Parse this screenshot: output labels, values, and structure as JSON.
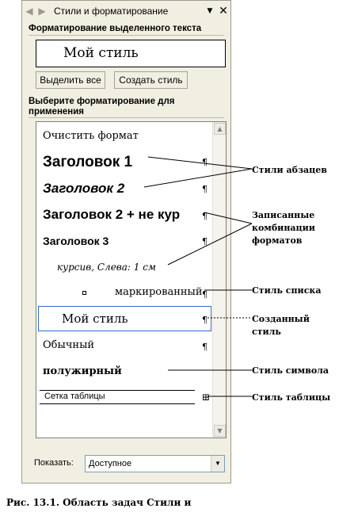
{
  "pane": {
    "title": "Стили и форматирование",
    "selected_section_title": "Форматирование выделенного текста",
    "preview_text": "Мой стиль",
    "buttons": {
      "select_all": "Выделить все",
      "new_style": "Создать стиль"
    },
    "apply_section_title": "Выберите форматирование для применения",
    "styles": [
      {
        "label": "Очистить формат"
      },
      {
        "label": "Заголовок 1",
        "mark": "¶"
      },
      {
        "label": "Заголовок 2",
        "mark": "¶"
      },
      {
        "label": "Заголовок 2 + не кур",
        "mark": "¶"
      },
      {
        "label": "Заголовок 3",
        "mark": "¶"
      },
      {
        "label": "курсив, Слева:  1 см"
      },
      {
        "label": "маркированный",
        "mark": "¶"
      },
      {
        "label": "Мой стиль",
        "mark": "¶"
      },
      {
        "label": "Обычный",
        "mark": "¶"
      },
      {
        "label": "полужирный"
      },
      {
        "label": "Сетка таблицы",
        "mark": "⊞"
      }
    ],
    "show_label": "Показать:",
    "show_value": "Доступное"
  },
  "callouts": {
    "paragraph_styles": "Стили абзацев",
    "recorded_combinations": [
      "Записанные",
      "комбинации",
      "форматов"
    ],
    "list_style": "Стиль списка",
    "created_style": [
      "Созданный",
      "стиль"
    ],
    "char_style": "Стиль символа",
    "table_style": "Стиль таблицы"
  },
  "caption": "Рис. 13.1. Область задач Стили и"
}
